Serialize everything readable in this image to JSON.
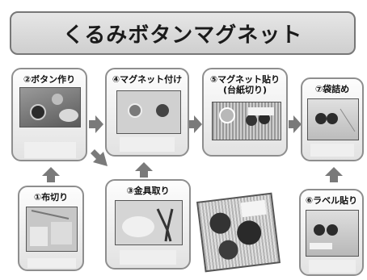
{
  "title": "くるみボタンマグネット",
  "steps": {
    "s1": "①布切り",
    "s2": "②ボタン作り",
    "s3": "③金具取り",
    "s4": "④マグネット付け",
    "s5_line1": "⑤マグネット貼り",
    "s5_line2": "(台紙切り)",
    "s6": "⑥ラベル貼り",
    "s7": "⑦袋詰め"
  },
  "colors": {
    "arrow": "#7a7a7a",
    "border": "#8e8e8e"
  }
}
